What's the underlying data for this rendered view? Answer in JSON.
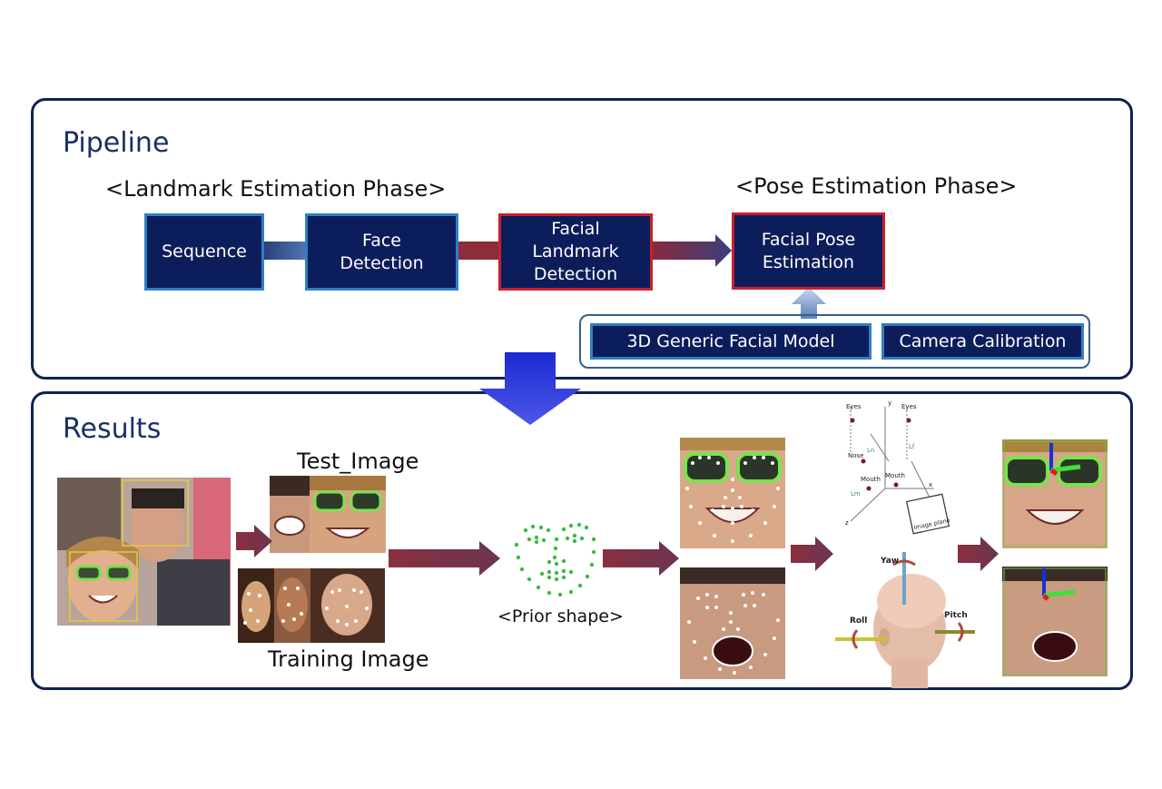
{
  "pipeline": {
    "title": "Pipeline",
    "landmark_phase": "<Landmark Estimation Phase>",
    "pose_phase": "<Pose Estimation Phase>",
    "steps": [
      {
        "label": "Sequence"
      },
      {
        "label": "Face\nDetection"
      },
      {
        "label": "Facial\nLandmark\nDetection"
      },
      {
        "label": "Facial Pose\nEstimation"
      }
    ],
    "inputs": [
      {
        "label": "3D Generic Facial Model"
      },
      {
        "label": "Camera Calibration"
      }
    ]
  },
  "results": {
    "title": "Results",
    "test_image_label": "Test_Image",
    "training_image_label": "Training Image",
    "prior_shape_label": "<Prior shape>",
    "axes_diagram": {
      "labels": [
        "Eyes",
        "Eyes",
        "Nose",
        "Mouth",
        "Mouth",
        "y",
        "x",
        "z",
        "Lm",
        "Lf",
        "Ln",
        "Image plane"
      ]
    },
    "head_rotation": {
      "yaw": "Yaw",
      "roll": "Roll",
      "pitch": "Pitch"
    }
  },
  "colors": {
    "panel_border": "#0d2353",
    "box_fill": "#0c1d5b",
    "box_border_blue": "#2f7fc6",
    "box_border_red": "#c8202a",
    "arrow_maroon": "#7a2a3a",
    "down_arrow": "#2b3ad6"
  }
}
